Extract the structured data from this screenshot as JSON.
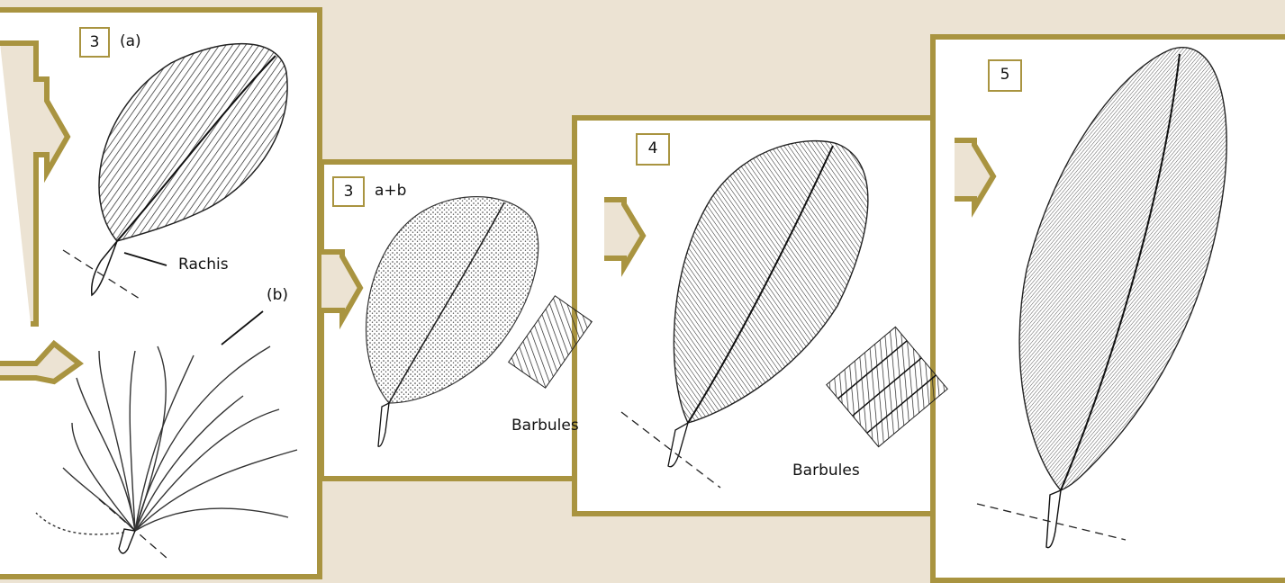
{
  "colors": {
    "background": "#ece3d3",
    "frame": "#a99440",
    "panel": "#ffffff",
    "ink": "#1a1a1a"
  },
  "stages": [
    {
      "number": "3",
      "qualifier": "(a)",
      "callouts": [
        "Rachis",
        "(b)"
      ]
    },
    {
      "number": "3",
      "qualifier": "a+b",
      "callouts": [
        "Barbules"
      ]
    },
    {
      "number": "4",
      "qualifier": "",
      "callouts": [
        "Barbules"
      ]
    },
    {
      "number": "5",
      "qualifier": "",
      "callouts": []
    }
  ]
}
